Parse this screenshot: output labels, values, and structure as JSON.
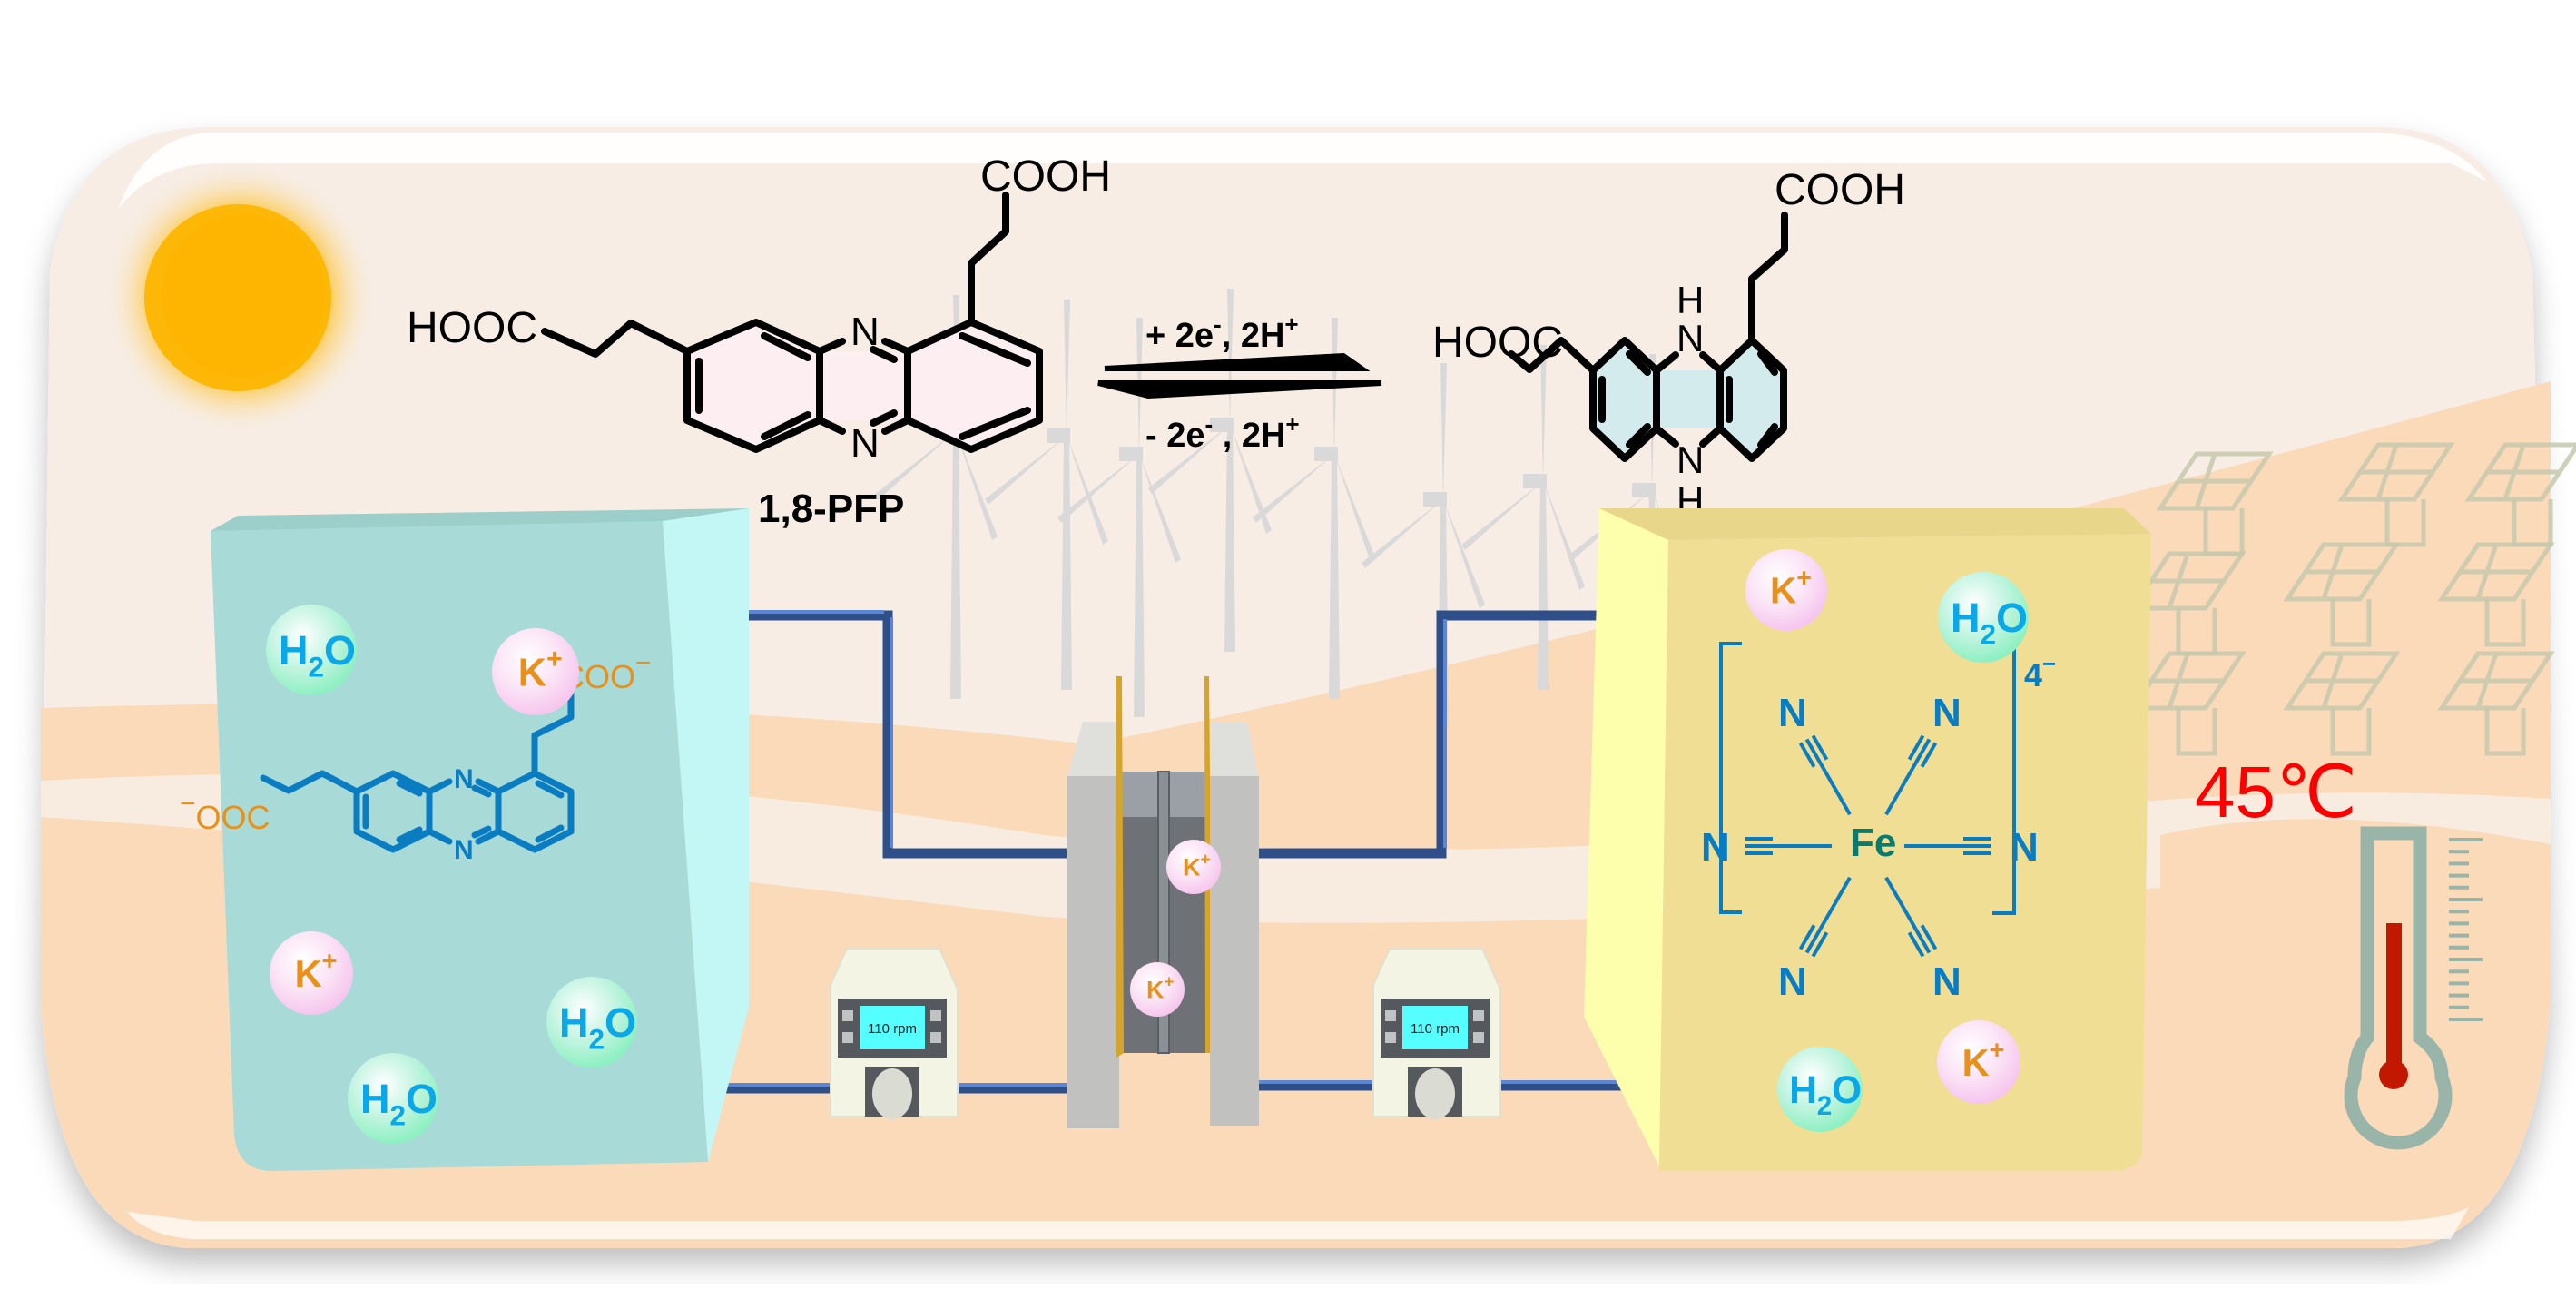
{
  "reaction": {
    "reactant": {
      "name": "1,8-PFP",
      "left_group": "HOOC",
      "top_group": "COOH",
      "ring_atoms": [
        "N",
        "N"
      ]
    },
    "product": {
      "left_group": "HOOC",
      "top_group": "COOH",
      "ring_atoms": [
        "H",
        "N",
        "N",
        "H"
      ]
    },
    "forward": {
      "prefix": "+ 2e",
      "sup1": "-",
      "mid": ", 2H",
      "sup2": "+"
    },
    "reverse": {
      "prefix": "- 2e",
      "sup1": "-",
      "mid": " , 2H",
      "sup2": "+"
    }
  },
  "anolyte_tank": {
    "species": [
      {
        "label": "H",
        "sub": "2",
        "tail": "O",
        "kind": "water"
      },
      {
        "label": "K",
        "sup": "+",
        "kind": "potassium"
      },
      {
        "label": "K",
        "sup": "+",
        "kind": "potassium"
      },
      {
        "label": "H",
        "sub": "2",
        "tail": "O",
        "kind": "water"
      },
      {
        "label": "H",
        "sub": "2",
        "tail": "O",
        "kind": "water"
      }
    ],
    "molecule": {
      "left_group_charge": "−",
      "left_group": "OOC",
      "right_group": "COO",
      "right_group_charge": "−",
      "ring_atoms": [
        "N",
        "N"
      ]
    },
    "color": "#a8dad7"
  },
  "catholyte_tank": {
    "species": [
      {
        "label": "K",
        "sup": "+",
        "kind": "potassium"
      },
      {
        "label": "H",
        "sub": "2",
        "tail": "O",
        "kind": "water"
      },
      {
        "label": "H",
        "sub": "2",
        "tail": "O",
        "kind": "water"
      },
      {
        "label": "K",
        "sup": "+",
        "kind": "potassium"
      }
    ],
    "complex": {
      "center": "Fe",
      "ligand_atom": "N",
      "charge": "4",
      "charge_sign": "−"
    },
    "color": "#efde94"
  },
  "cell": {
    "ions": [
      {
        "label": "K",
        "sup": "+"
      },
      {
        "label": "K",
        "sup": "+"
      }
    ]
  },
  "pumps": [
    {
      "display": "110 rpm"
    },
    {
      "display": "110 rpm"
    }
  ],
  "temperature": {
    "value": "45",
    "unit": "℃",
    "color": "#ff0000"
  },
  "colors": {
    "background_sky": "#f7ede4",
    "background_sand": "#fbdab9",
    "sun": "#fdb706",
    "ion_text": "#e8901a",
    "water_text": "#0aa8e8",
    "molecule_blue": "#0a7cc1",
    "pipe": "#2f4f8a",
    "pump_screen": "#55ffff",
    "thermometer_frame": "#99b5a9",
    "thermometer_fill": "#c21800"
  }
}
